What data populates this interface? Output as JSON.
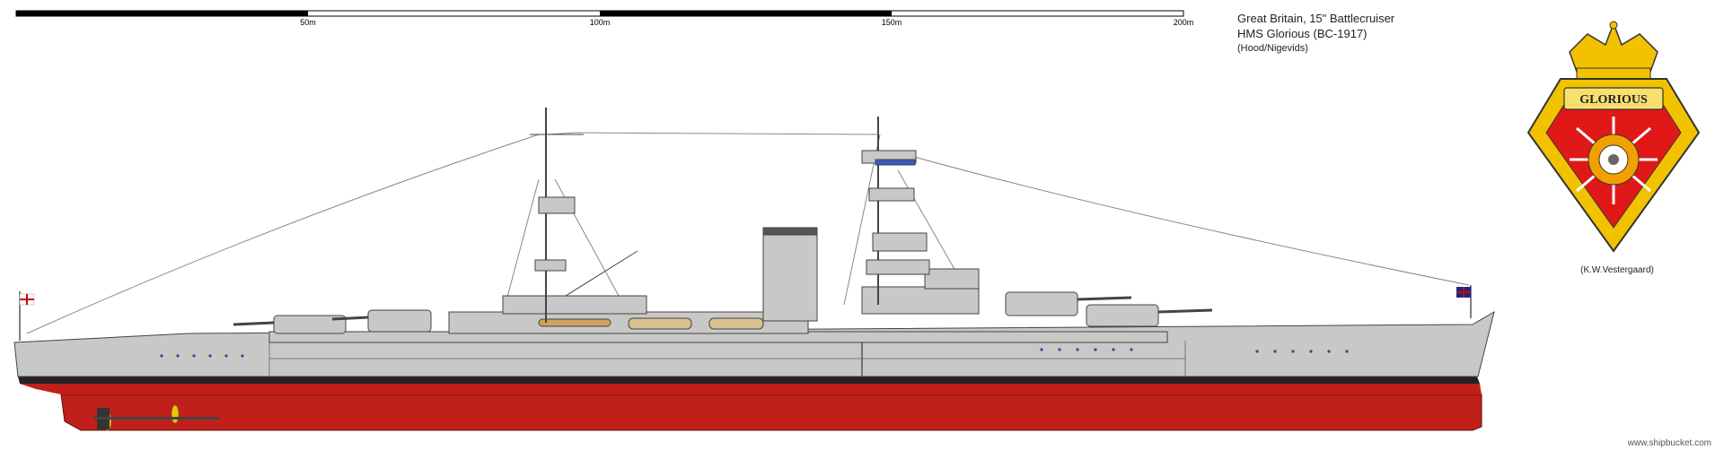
{
  "title": {
    "line1": "Great Britain, 15\" Battlecruiser",
    "line2": "HMS Glorious (BC-1917)",
    "line3": "(Hood/Nigevids)"
  },
  "scale_bar": {
    "labels": [
      "50m",
      "100m",
      "150m",
      "200m"
    ]
  },
  "badge": {
    "name": "GLORIOUS",
    "credit": "(K.W.Vestergaard)"
  },
  "watermark": "www.shipbucket.com",
  "colors": {
    "hull_grey": "#c8c8c8",
    "antifouling_red": "#c0201a",
    "boot_top": "#222222",
    "badge_gold": "#f2c200",
    "badge_red": "#e01818"
  }
}
